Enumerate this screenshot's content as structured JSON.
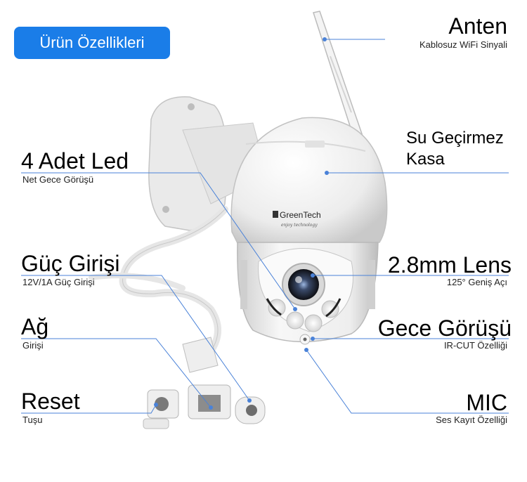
{
  "badge": "Ürün Özellikleri",
  "features": {
    "anten": {
      "title": "Anten",
      "sub": "Kablosuz WiFi Sinyali"
    },
    "kasa": {
      "title_line1": "Su Geçirmez",
      "title_line2": "Kasa"
    },
    "led": {
      "title": "4 Adet Led",
      "sub": "Net Gece Görüşü"
    },
    "guc": {
      "title": "Güç Girişi",
      "sub": "12V/1A Güç Girişi"
    },
    "ag": {
      "title": "Ağ",
      "sub": "Girişi"
    },
    "reset": {
      "title": "Reset",
      "sub": "Tuşu"
    },
    "lens": {
      "title": "2.8mm Lens",
      "sub": "125° Geniş Açı"
    },
    "gece": {
      "title": "Gece Görüşü",
      "sub": "IR-CUT Özelliği"
    },
    "mic": {
      "title": "MIC",
      "sub": "Ses Kayıt Özelliği"
    }
  },
  "brand": {
    "name": "GreenTech",
    "tagline": "enjoy technology"
  },
  "colors": {
    "badge": "#1a7de8",
    "callout_line": "#3d7ad6",
    "camera_body": "#f2f2f2"
  }
}
